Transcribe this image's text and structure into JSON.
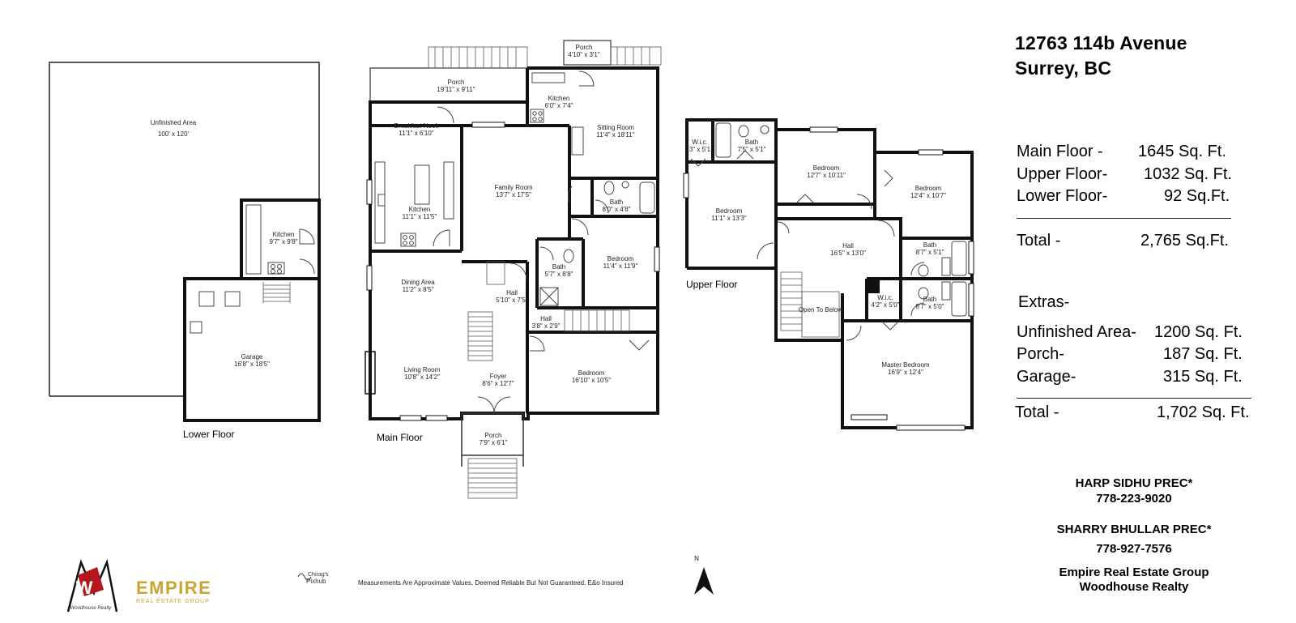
{
  "header": {
    "address_line1": "12763 114b Avenue",
    "address_line2": "Surrey, BC"
  },
  "areas": [
    {
      "label": "Main Floor -",
      "value": "1645 Sq. Ft."
    },
    {
      "label": "Upper Floor-",
      "value": "1032 Sq. Ft."
    },
    {
      "label": "Lower Floor-",
      "value": "92 Sq.Ft."
    }
  ],
  "total1": {
    "label": "Total -",
    "value": "2,765 Sq.Ft."
  },
  "extras_heading": "Extras-",
  "extras": [
    {
      "label": "Unfinished Area-",
      "value": "1200 Sq. Ft."
    },
    {
      "label": "Porch-",
      "value": "187 Sq. Ft."
    },
    {
      "label": "Garage-",
      "value": "315 Sq. Ft."
    }
  ],
  "total2": {
    "label": "Total -",
    "value": "1,702 Sq. Ft."
  },
  "agents": [
    {
      "name": "HARP SIDHU PREC*",
      "phone": "778-223-9020"
    },
    {
      "name": "SHARRY BHULLAR PREC*",
      "phone": "778-927-7576"
    }
  ],
  "brokerage": {
    "line1": "Empire Real Estate Group",
    "line2": "Woodhouse Realty"
  },
  "logos": {
    "woodhouse_sub": "Woodhouse Realty",
    "empire_main": "EMPIRE",
    "empire_sub": "REAL ESTATE GROUP",
    "pixhub_line1": "Chirag's",
    "pixhub_line2": "Pixhub"
  },
  "disclaimer": "Measurements Are Approximate Values, Deemed Reliable But Not Guaranteed. E&o Insured",
  "compass": "N",
  "floors": {
    "lower": {
      "label": "Lower Floor",
      "rooms": [
        {
          "name": "Unfinished Area",
          "dim": "100' x 120'"
        },
        {
          "name": "Kitchen",
          "dim": "9'7\" x 9'8\""
        },
        {
          "name": "Garage",
          "dim": "16'8\" x 18'5\""
        }
      ]
    },
    "main": {
      "label": "Main Floor",
      "rooms": [
        {
          "name": "Porch",
          "dim": "19'11\" x 9'11\""
        },
        {
          "name": "Porch",
          "dim": "4'10\" x 3'1\""
        },
        {
          "name": "Kitchen",
          "dim": "6'0\" x 7'4\""
        },
        {
          "name": "Breakfast Nook",
          "dim": "11'1\" x 6'10\""
        },
        {
          "name": "Sitting Room",
          "dim": "11'4\" x 18'11\""
        },
        {
          "name": "Family Room",
          "dim": "13'7\" x 17'5\""
        },
        {
          "name": "Kitchen",
          "dim": "11'1\" x 11'5\""
        },
        {
          "name": "Bath",
          "dim": "8'0\" x 4'8\""
        },
        {
          "name": "Bedroom",
          "dim": "11'4\" x 11'9\""
        },
        {
          "name": "Bath",
          "dim": "5'7\" x 8'8\""
        },
        {
          "name": "Dining Area",
          "dim": "11'2\" x 8'5\""
        },
        {
          "name": "Hall",
          "dim": "5'10\" x 7'5\""
        },
        {
          "name": "Hall",
          "dim": "3'8\" x 2'9\""
        },
        {
          "name": "Living Room",
          "dim": "10'8\" x 14'2\""
        },
        {
          "name": "Foyer",
          "dim": "8'6\" x 12'7\""
        },
        {
          "name": "Bedroom",
          "dim": "16'10\" x 10'5\""
        },
        {
          "name": "Porch",
          "dim": "7'9\" x 6'1\""
        }
      ]
    },
    "upper": {
      "label": "Upper Floor",
      "rooms": [
        {
          "name": "W.i.c.",
          "dim": "3\" x 5'1"
        },
        {
          "name": "Bath",
          "dim": "7'5\" x 5'1\""
        },
        {
          "name": "Bedroom",
          "dim": "12'7\" x 10'11\""
        },
        {
          "name": "Bedroom",
          "dim": "12'4\" x 10'7\""
        },
        {
          "name": "Bedroom",
          "dim": "11'1\" x 13'3\""
        },
        {
          "name": "Hall",
          "dim": "16'5\" x 13'0\""
        },
        {
          "name": "Bath",
          "dim": "8'7\" x 5'1\""
        },
        {
          "name": "Open To Below",
          "dim": ""
        },
        {
          "name": "W.i.c.",
          "dim": "4'2\" x 5'0\""
        },
        {
          "name": "Bath",
          "dim": "8'7\" x 5'0\""
        },
        {
          "name": "Master Bedroom",
          "dim": "16'9\" x 12'4\""
        }
      ]
    }
  }
}
